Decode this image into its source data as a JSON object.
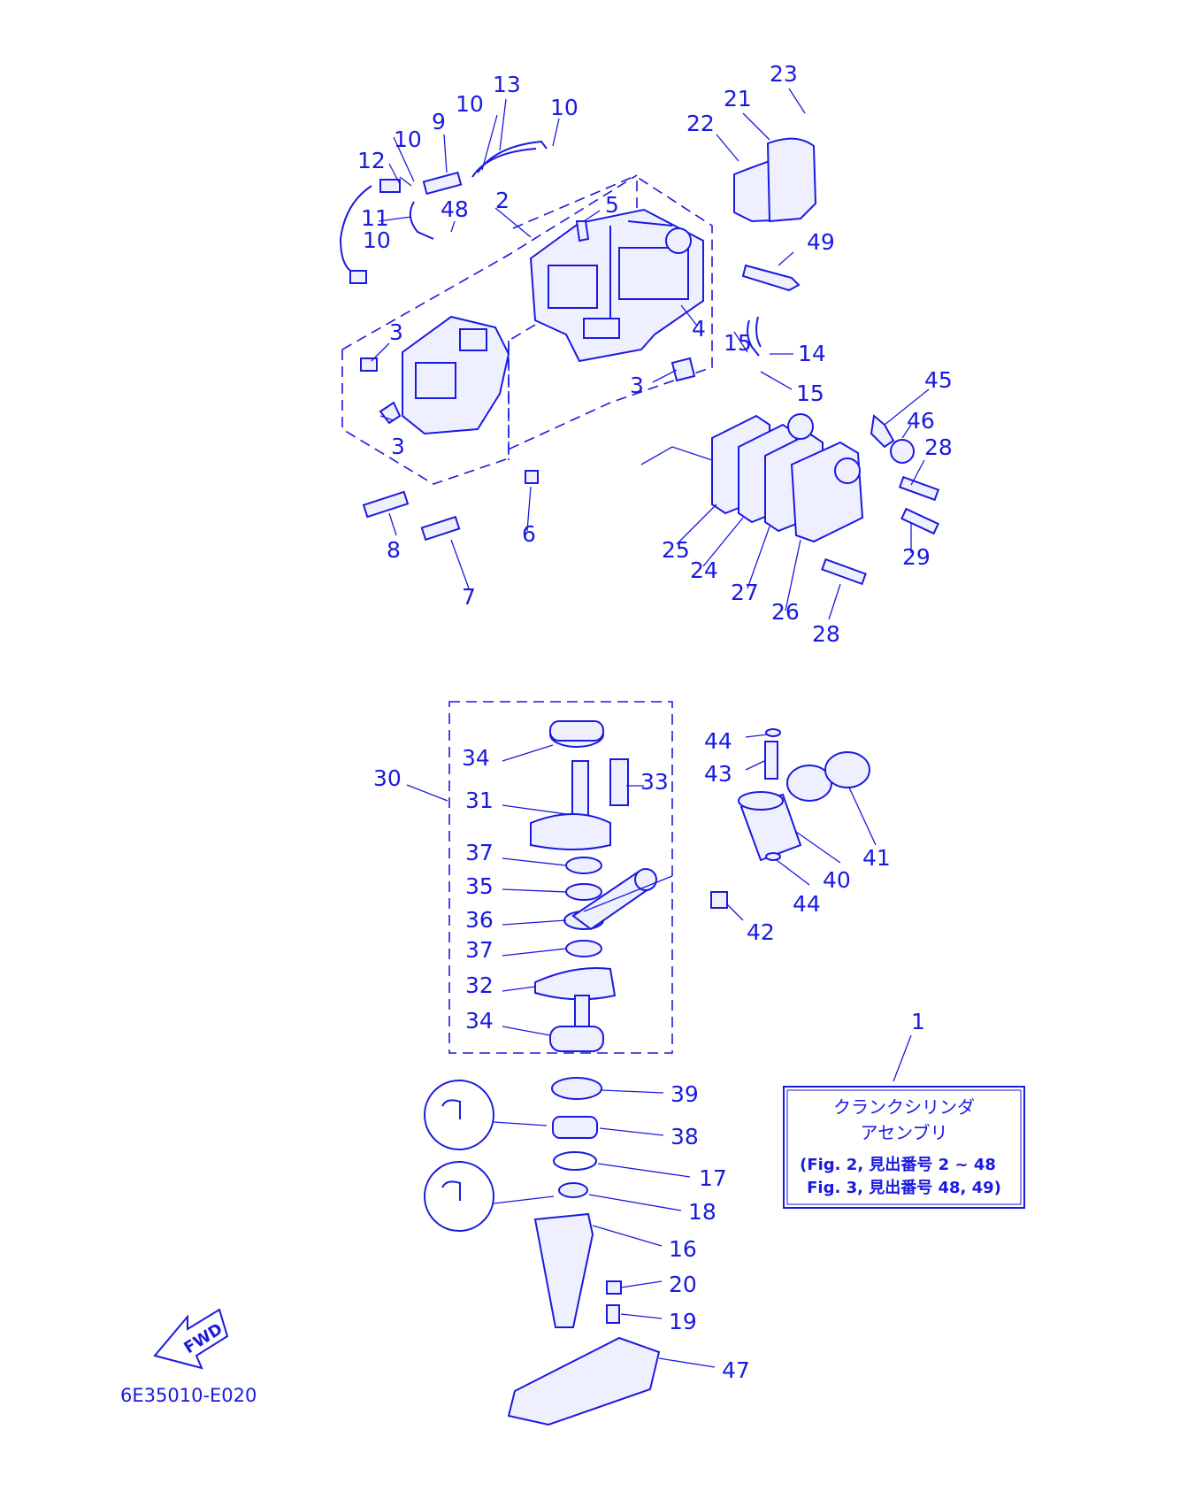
{
  "diagram_code": "6E35010-E020",
  "fwd_label": "FWD",
  "assembly_box": {
    "callout": "1",
    "line1": "クランクシリンダ",
    "line2": "アセンブリ",
    "line3": "(Fig. 2, 見出番号 2 ~ 48",
    "line4": "Fig. 3, 見出番号 48, 49)"
  },
  "callouts": {
    "c23": "23",
    "c21": "21",
    "c22": "22",
    "c13": "13",
    "c10a": "10",
    "c10b": "10",
    "c10c": "10",
    "c10d": "10",
    "c9": "9",
    "c12": "12",
    "c11": "11",
    "c48": "48",
    "c2": "2",
    "c5": "5",
    "c49": "49",
    "c3a": "3",
    "c3b": "3",
    "c3c": "3",
    "c4": "4",
    "c15a": "15",
    "c14": "14",
    "c15b": "15",
    "c45": "45",
    "c46": "46",
    "c28a": "28",
    "c29": "29",
    "c28b": "28",
    "c25": "25",
    "c24": "24",
    "c27": "27",
    "c26": "26",
    "c8": "8",
    "c6": "6",
    "c7": "7",
    "c34a": "34",
    "c30": "30",
    "c31": "31",
    "c33": "33",
    "c37a": "37",
    "c35": "35",
    "c36": "36",
    "c37b": "37",
    "c32": "32",
    "c34b": "34",
    "c44a": "44",
    "c43": "43",
    "c41": "41",
    "c40": "40",
    "c44b": "44",
    "c42": "42",
    "c39": "39",
    "c38": "38",
    "c17": "17",
    "c18": "18",
    "c16": "16",
    "c20": "20",
    "c19": "19",
    "c47": "47"
  },
  "colors": {
    "line": "#1a1adf",
    "fill": "#eef0ff",
    "background": "#ffffff"
  }
}
